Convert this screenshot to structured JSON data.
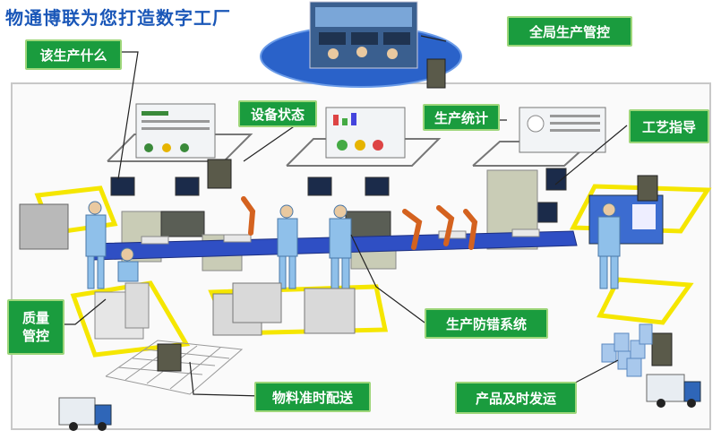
{
  "title": "物通博联为您打造数字工厂",
  "labels": {
    "global": "全局生产管控",
    "what": "该生产什么",
    "equipment": "设备状态",
    "stats": "生产统计",
    "process": "工艺指导",
    "quality_line1": "质量",
    "quality_line2": "管控",
    "error_proof": "生产防错系统",
    "material": "物料准时配送",
    "shipping": "产品及时发运"
  },
  "colors": {
    "label_bg": "#1a9c3e",
    "title": "#1a57b8",
    "zone_line": "#f5e600",
    "conveyor": "#2f4fc4",
    "robot": "#d4621f",
    "worker": "#8fc0ea"
  }
}
